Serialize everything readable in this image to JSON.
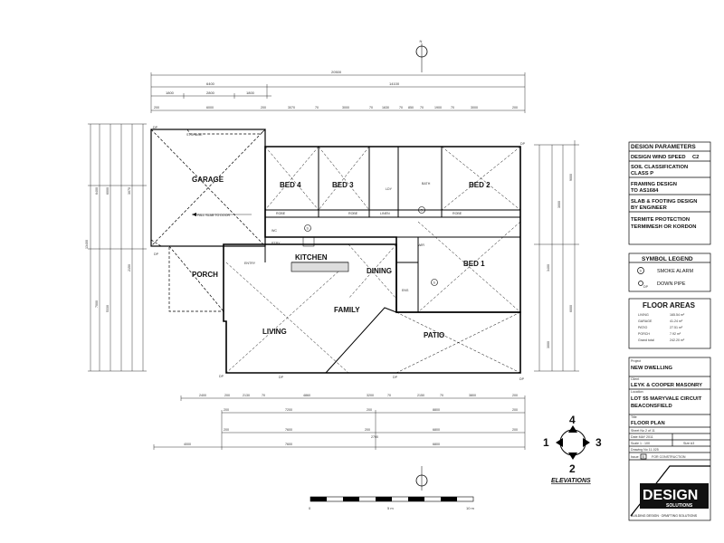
{
  "north_symbol": "N",
  "overall_dims": {
    "overall": "20500",
    "top_left": "6400",
    "top_right": "14100",
    "top_row": [
      "1800",
      "2800",
      "1800"
    ],
    "second_row": [
      "200",
      "6000",
      "200",
      "3070",
      "70",
      "3000",
      "70",
      "1630",
      "70",
      "850",
      "70",
      "1900",
      "70",
      "3000",
      "200"
    ],
    "bottom_row1": [
      "2400",
      "200",
      "2130",
      "70",
      "4860",
      "3200",
      "70",
      "2150",
      "70",
      "3800",
      "200"
    ],
    "bottom_row2": [
      "200",
      "7200",
      "200",
      "8800",
      "200"
    ],
    "bottom_row3": [
      "200",
      "7600",
      "200",
      "2700",
      "6800",
      "200"
    ],
    "bottom_row4": [
      "4000",
      "7600",
      "6800"
    ],
    "left_col": [
      "13400",
      "7000",
      "6400",
      "6000",
      "5330",
      "3070",
      "2150"
    ],
    "right_col": [
      "9000",
      "6000",
      "3000",
      "3400",
      "3000"
    ]
  },
  "rooms": {
    "storage": "STORAGE",
    "garage": "GARAGE",
    "bed4": "BED 4",
    "bed3": "BED 3",
    "ldy": "LDY",
    "bath": "BATH",
    "bed2": "BED 2",
    "porch": "PORCH",
    "entry": "ENTRY",
    "kitchen": "KITCHEN",
    "dining": "DINING",
    "bed1": "BED 1",
    "ens": "ENS",
    "family": "FAMILY",
    "living": "LIVING",
    "patio": "PATIO",
    "wir": "WIR",
    "robe": "ROBE",
    "linen": "LINEN",
    "wc": "WC",
    "ptry": "PTRY"
  },
  "annotations": {
    "fall_slab": "FALL SLAB TO DOOR",
    "dp": "DP",
    "s": "S"
  },
  "design_parameters": {
    "heading": "DESIGN PARAMETERS",
    "wind_label": "DESIGN WIND SPEED",
    "wind_value": "C2",
    "soil_1": "SOIL CLASSIFICATION",
    "soil_2": "CLASS P",
    "framing_1": "FRAMING DESIGN",
    "framing_2": "TO AS1684",
    "slab_1": "SLAB & FOOTING DESIGN",
    "slab_2": "BY ENGINEER",
    "termite_1": "TERMITE PROTECTION",
    "termite_2": "TERMIMESH OR KORDON"
  },
  "symbol_legend": {
    "heading": "SYMBOL LEGEND",
    "smoke_symbol": "S",
    "smoke": "SMOKE ALARM",
    "dp_symbol": "DP",
    "downpipe": "DOWN PIPE"
  },
  "floor_areas": {
    "heading": "FLOOR AREAS",
    "rows": [
      {
        "label": "LIVING",
        "value": "165.54 m²"
      },
      {
        "label": "GARAGE",
        "value": "41.24 m²"
      },
      {
        "label": "PATIO",
        "value": "27.51 m²"
      },
      {
        "label": "PORCH",
        "value": "7.92 m²"
      },
      {
        "label": "Grand total",
        "value": "242.20 m²"
      }
    ]
  },
  "title_block": {
    "project_label": "Project",
    "project": "NEW DWELLING",
    "client_label": "Client",
    "client": "LEYK & COOPER MASONRY",
    "location_label": "Location",
    "location_1": "LOT 55 MARYVALE CIRCUIT",
    "location_2": "BEACONSFIELD",
    "title_label": "Title",
    "title": "FLOOR PLAN",
    "sheet": "Sheet No    2    of    11",
    "date": "Date     MAY 2011",
    "scale": "Scale    1 : 100",
    "size": "Size  A3",
    "drawing": "Drawing No      11-025",
    "issue_label": "Issue",
    "issue": "B",
    "issue_text": "FOR CONSTRUCTION"
  },
  "elevations": {
    "n1": "1",
    "n2": "2",
    "n3": "3",
    "n4": "4",
    "label": "ELEVATIONS"
  },
  "scale_bar": {
    "zero": "0",
    "five": "5 m",
    "ten": "10 m"
  },
  "logo": {
    "text": "DESIGN",
    "sub": "SOLUTIONS",
    "tagline": "BUILDING DESIGN · DRAFTING SOLUTIONS"
  }
}
